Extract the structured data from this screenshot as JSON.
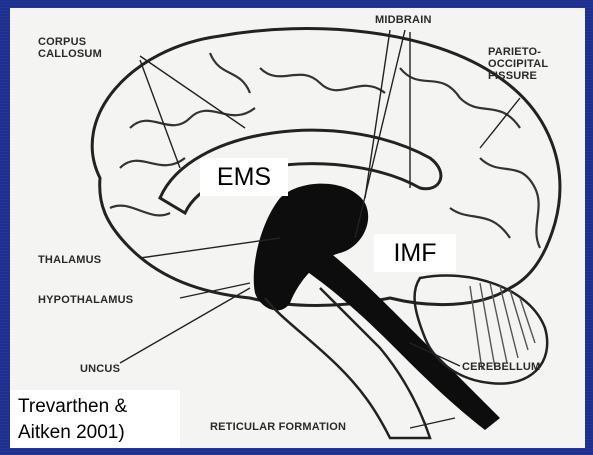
{
  "labels": {
    "corpus_callosum": [
      "CORPUS",
      "CALLOSUM"
    ],
    "midbrain": "MIDBRAIN",
    "parieto_occipital": [
      "PARIETO-",
      "OCCIPITAL",
      "FISSURE"
    ],
    "thalamus": "THALAMUS",
    "hypothalamus": "HYPOTHALAMUS",
    "uncus": "UNCUS",
    "cerebellum": "CEREBELLUM",
    "reticular_formation": "RETICULAR FORMATION"
  },
  "boxes": {
    "ems": "EMS",
    "imf": "IMF"
  },
  "citation": [
    "Trevarthen &",
    "Aitken 2001)"
  ],
  "colors": {
    "background": "#1d2f8f",
    "panel": "#f4f4f2",
    "ink": "#111111"
  }
}
